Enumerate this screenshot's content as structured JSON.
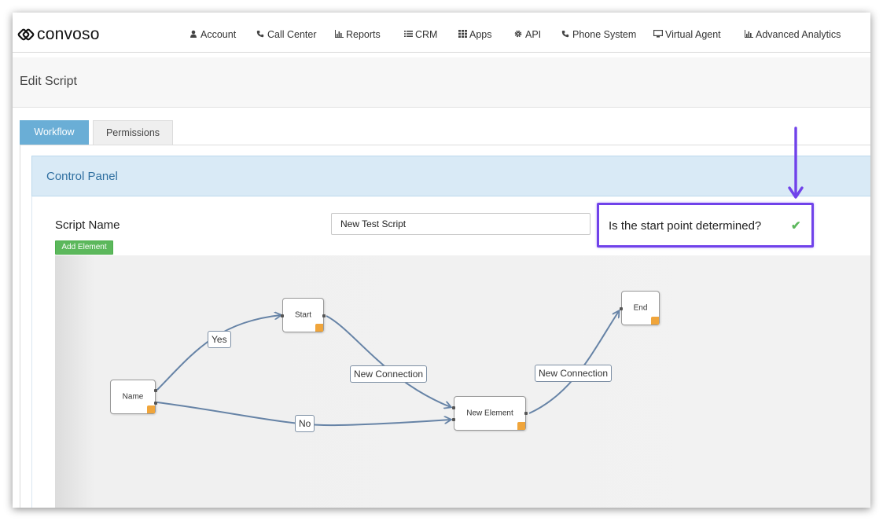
{
  "brand": {
    "name": "convoso"
  },
  "nav": [
    {
      "label": "Account",
      "icon": "user-icon"
    },
    {
      "label": "Call Center",
      "icon": "phone-icon"
    },
    {
      "label": "Reports",
      "icon": "bar-chart-icon"
    },
    {
      "label": "CRM",
      "icon": "list-icon"
    },
    {
      "label": "Apps",
      "icon": "grid-icon"
    },
    {
      "label": "API",
      "icon": "gear-icon"
    },
    {
      "label": "Phone System",
      "icon": "phone-icon"
    },
    {
      "label": "Virtual Agent",
      "icon": "monitor-icon"
    },
    {
      "label": "Advanced Analytics",
      "icon": "bar-chart-icon"
    }
  ],
  "page": {
    "title": "Edit Script"
  },
  "tabs": [
    {
      "label": "Workflow",
      "active": true
    },
    {
      "label": "Permissions",
      "active": false
    }
  ],
  "panel": {
    "title": "Control Panel",
    "script_name_label": "Script Name",
    "script_name_value": "New Test Script",
    "add_element_label": "Add Element",
    "start_question": "Is the start point determined?",
    "start_check": "✔"
  },
  "workflow": {
    "nodes": [
      {
        "id": "name",
        "label": "Name"
      },
      {
        "id": "start",
        "label": "Start"
      },
      {
        "id": "new-element",
        "label": "New Element"
      },
      {
        "id": "end",
        "label": "End"
      }
    ],
    "connections": [
      {
        "from": "name",
        "to": "start",
        "label": "Yes"
      },
      {
        "from": "name",
        "to": "new-element",
        "label": "No"
      },
      {
        "from": "start",
        "to": "new-element",
        "label": "New Connection"
      },
      {
        "from": "new-element",
        "to": "end",
        "label": "New Connection"
      }
    ]
  },
  "colors": {
    "tab_active": "#6aaed6",
    "panel_header": "#d9eaf6",
    "add_button": "#5cb85c",
    "highlight_border": "#7042ea",
    "node_corner": "#f0a53b",
    "connector": "#6683a6"
  }
}
